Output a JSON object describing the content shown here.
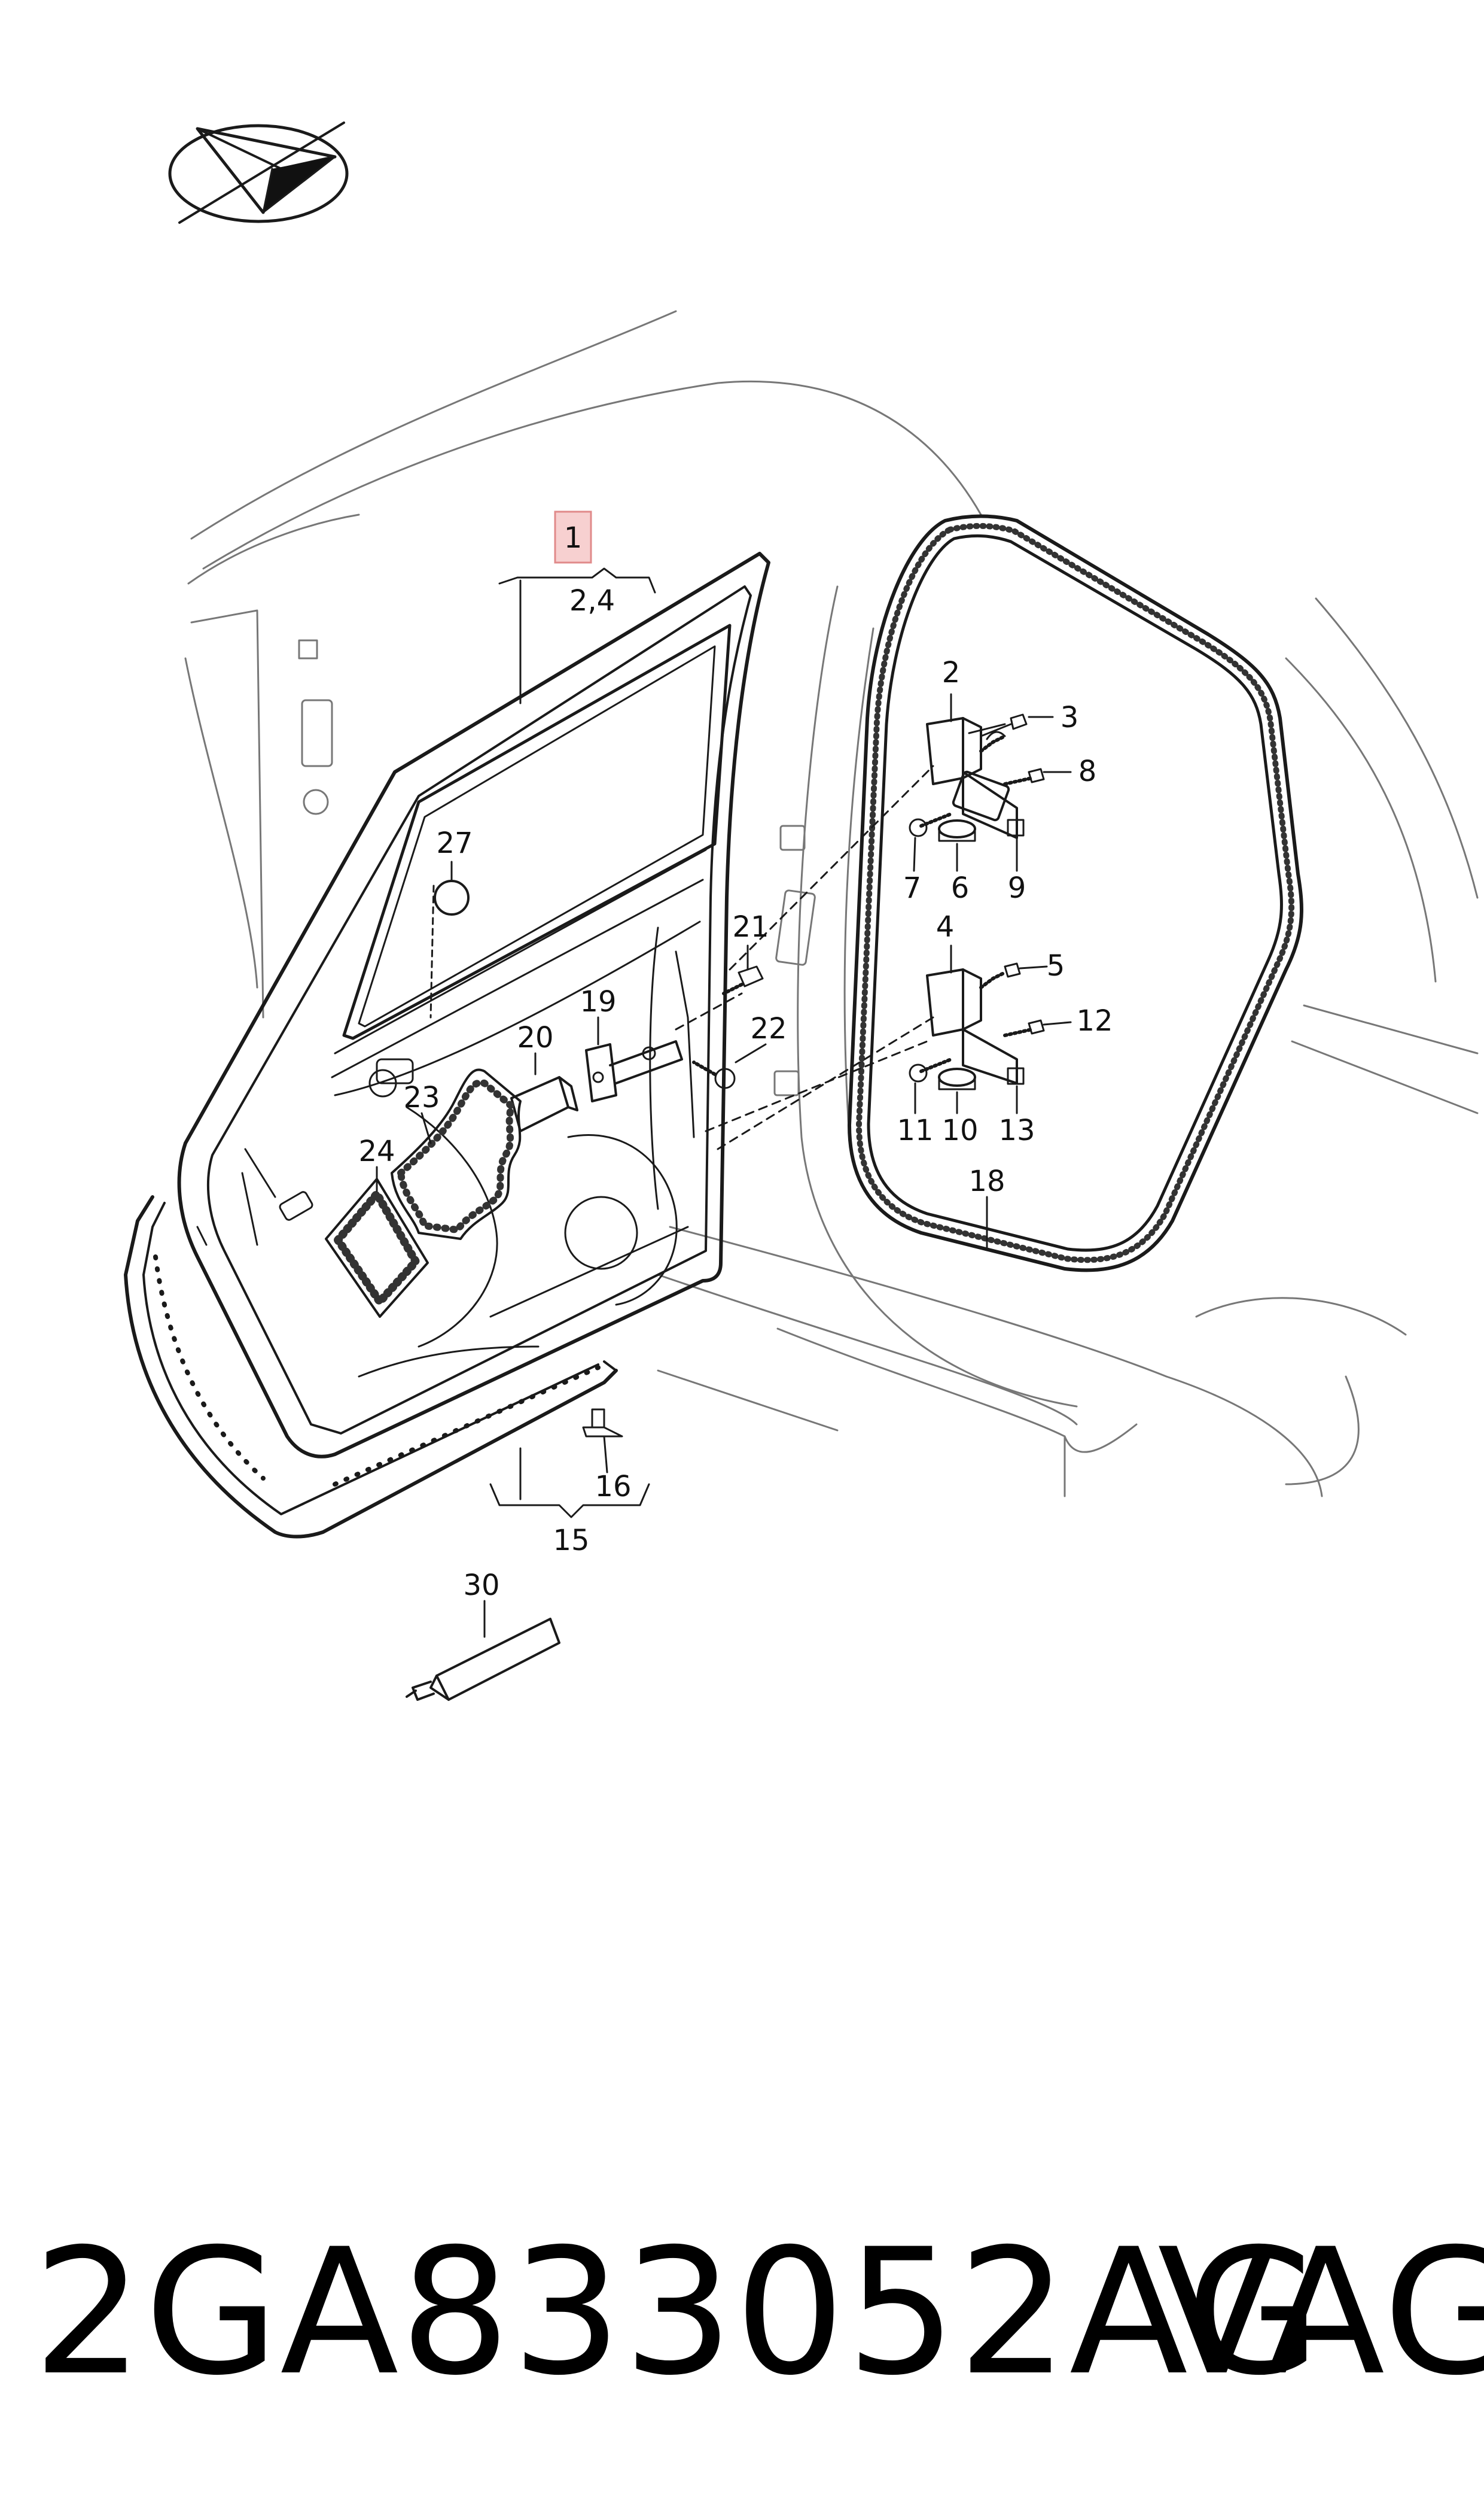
{
  "diagram": {
    "callouts": [
      {
        "id": "1",
        "text": "1",
        "highlighted": true
      },
      {
        "id": "2,4",
        "text": "2,4"
      },
      {
        "id": "2",
        "text": "2"
      },
      {
        "id": "3",
        "text": "3"
      },
      {
        "id": "8",
        "text": "8"
      },
      {
        "id": "7",
        "text": "7"
      },
      {
        "id": "6",
        "text": "6"
      },
      {
        "id": "9",
        "text": "9"
      },
      {
        "id": "4",
        "text": "4"
      },
      {
        "id": "5",
        "text": "5"
      },
      {
        "id": "12",
        "text": "12"
      },
      {
        "id": "11",
        "text": "11"
      },
      {
        "id": "10",
        "text": "10"
      },
      {
        "id": "13",
        "text": "13"
      },
      {
        "id": "18",
        "text": "18"
      },
      {
        "id": "27",
        "text": "27"
      },
      {
        "id": "21",
        "text": "21"
      },
      {
        "id": "22",
        "text": "22"
      },
      {
        "id": "19",
        "text": "19"
      },
      {
        "id": "20",
        "text": "20"
      },
      {
        "id": "23",
        "text": "23"
      },
      {
        "id": "24",
        "text": "24"
      },
      {
        "id": "16",
        "text": "16"
      },
      {
        "id": "15",
        "text": "15"
      },
      {
        "id": "30",
        "text": "30"
      }
    ],
    "highlight_color": "#f2b5b5",
    "line_color": "#1a1a1a"
  },
  "footer": {
    "part_number": "2GA833052AG",
    "brand": "VAG"
  },
  "icons": {
    "logo": "compass-arrow-logo-icon"
  }
}
